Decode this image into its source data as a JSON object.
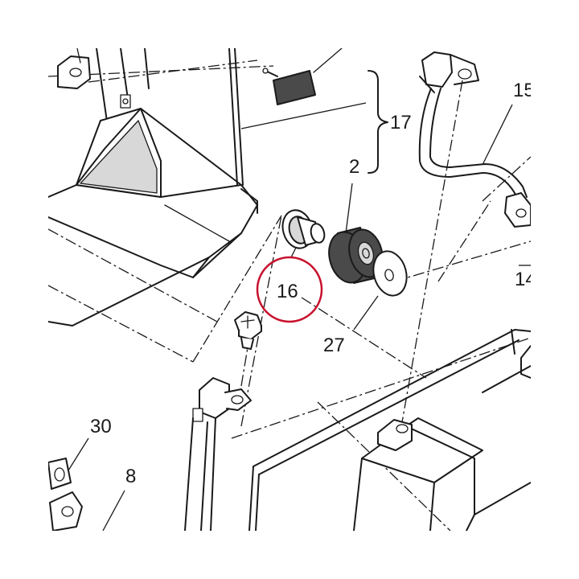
{
  "labels": {
    "p17": "17",
    "p2": "2",
    "p15": "15",
    "p16": "16",
    "p27": "27",
    "p14": "14",
    "p30": "30",
    "p8": "8"
  },
  "highlight_color": "#c8102e",
  "line_color": "#1a1a1a"
}
